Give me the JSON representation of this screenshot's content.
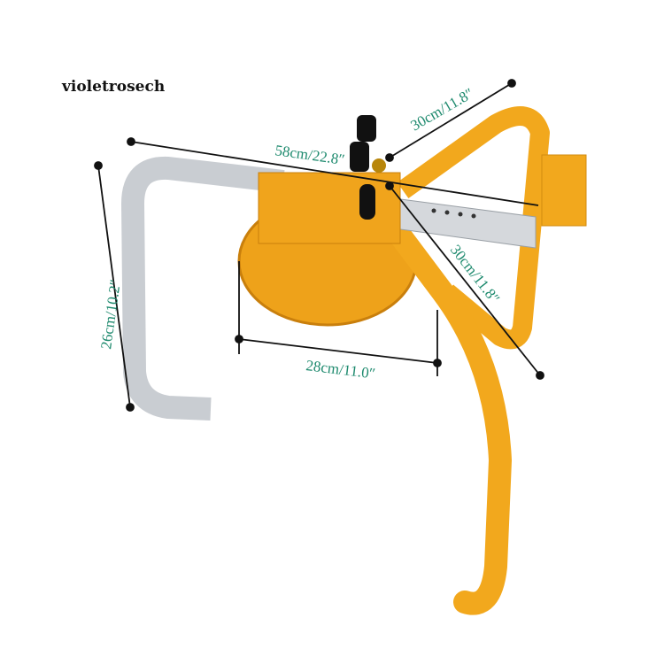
{
  "brand": "violetrosech",
  "dimensions": {
    "width_total": "58cm/22.8″",
    "arm_upper": "30cm/11.8″",
    "arm_lower": "30cm/11.8″",
    "disc": "28cm/11.0″",
    "height": "26cm/10.2″"
  },
  "colors": {
    "frame": "#f2a81d",
    "steel": "#c9cdd2",
    "dim_text": "#1e8a6e"
  }
}
